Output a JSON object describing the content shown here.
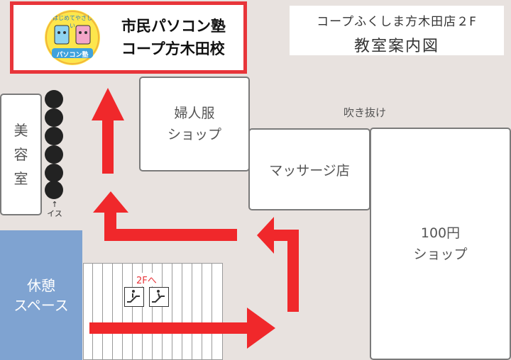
{
  "school": {
    "line1": "市民パソコン塾",
    "line2": "コープ方木田校"
  },
  "logo": {
    "banner_text": "はじめてやさしい",
    "bottom_text": "パソコン塾"
  },
  "info": {
    "location": "コープふくしま方木田店２F",
    "title": "教室案内図"
  },
  "rooms": {
    "beauty": "美\n容\n室",
    "womens_wear": "婦人服\nショップ",
    "massage": "マッサージ店",
    "hundred_yen": "100円\nショップ",
    "atrium": "吹き抜け",
    "rest_space": "休憩\nスペース"
  },
  "chairs_label": "↑\nイス",
  "stairs_label": "2Fへ",
  "icons": [
    "escalator-down-icon",
    "escalator-up-icon"
  ],
  "colors": {
    "sign_border": "#e8353a",
    "arrow": "#f0282b",
    "rest_space": "#7fa3d1",
    "background": "#e8e2df",
    "logo": "#fde64c"
  }
}
